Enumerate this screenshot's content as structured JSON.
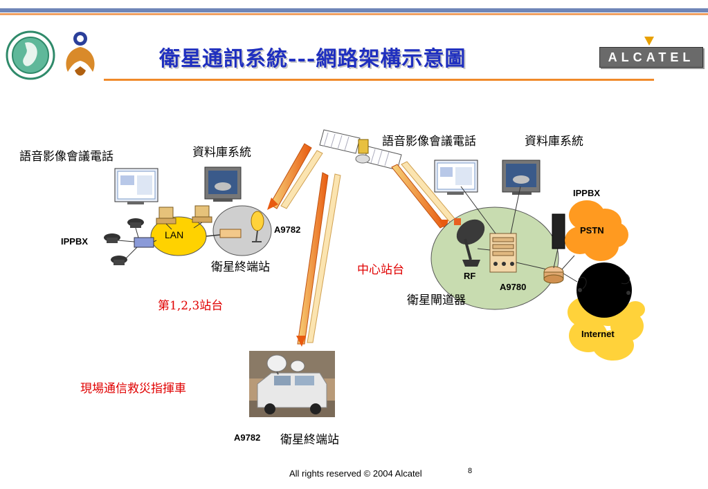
{
  "header": {
    "title": "衛星通訊系統---網路架構示意圖",
    "brand": "ALCATEL"
  },
  "left_site": {
    "voice_video": "語音影像會議電話",
    "database": "資料庫系統",
    "ippbx": "IPPBX",
    "lan": "LAN",
    "model": "A9782",
    "terminal": "衛星終端站",
    "stations": "第1,2,3站台"
  },
  "satellite": {
    "voice_video": "語音影像會議電話",
    "database": "資料庫系統"
  },
  "central": {
    "ippbx": "IPPBX",
    "pstn": "PSTN",
    "center": "中心站台",
    "rf": "RF",
    "model": "A9780",
    "gateway": "衛星閘道器",
    "internet": "Internet"
  },
  "vehicle": {
    "name": "現場通信救災指揮車",
    "model": "A9782",
    "terminal": "衛星終端站"
  },
  "footer": {
    "copyright": "All rights reserved © 2004 Alcatel",
    "page": "8"
  },
  "colors": {
    "title": "#1f2fbf",
    "accent_orange": "#f08a2a",
    "red_label": "#e00000",
    "lan_yellow": "#ffd200",
    "net_green": "#c8dcb0",
    "pstn_orange": "#ff9a20",
    "internet_yellow": "#ffd23a"
  }
}
